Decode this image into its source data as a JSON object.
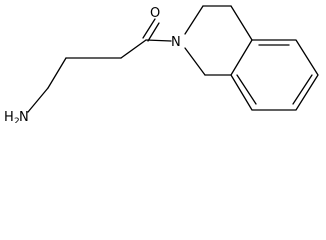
{
  "structure": {
    "atom_labels": {
      "oxygen": "O",
      "nitrogen": "N",
      "amine_h": "H",
      "amine_subscript": "2",
      "amine_n": "N"
    },
    "colors": {
      "bond": "#000000",
      "label": "#000000",
      "background": "#ffffff"
    }
  }
}
